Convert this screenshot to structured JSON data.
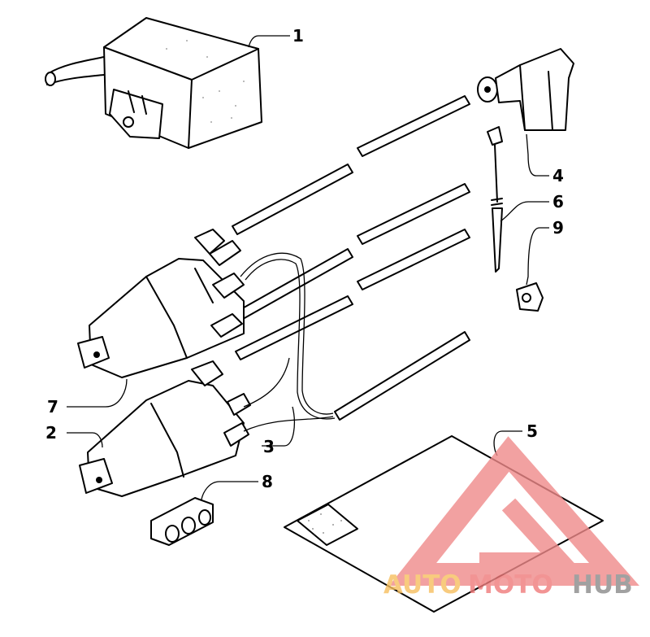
{
  "callouts": [
    {
      "id": "c1",
      "label": "1"
    },
    {
      "id": "c2",
      "label": "2"
    },
    {
      "id": "c3",
      "label": "3"
    },
    {
      "id": "c4",
      "label": "4"
    },
    {
      "id": "c5",
      "label": "5"
    },
    {
      "id": "c6",
      "label": "6"
    },
    {
      "id": "c7",
      "label": "7"
    },
    {
      "id": "c8",
      "label": "8"
    },
    {
      "id": "c9",
      "label": "9"
    }
  ],
  "watermark": {
    "part1": "AUTO",
    "part2": "MOTO",
    "part3": "HUB",
    "colors": {
      "auto": "#f7bf5e",
      "moto": "#f07a7a",
      "hub": "#8a8a8a",
      "triangle": "#f08a8a"
    }
  }
}
